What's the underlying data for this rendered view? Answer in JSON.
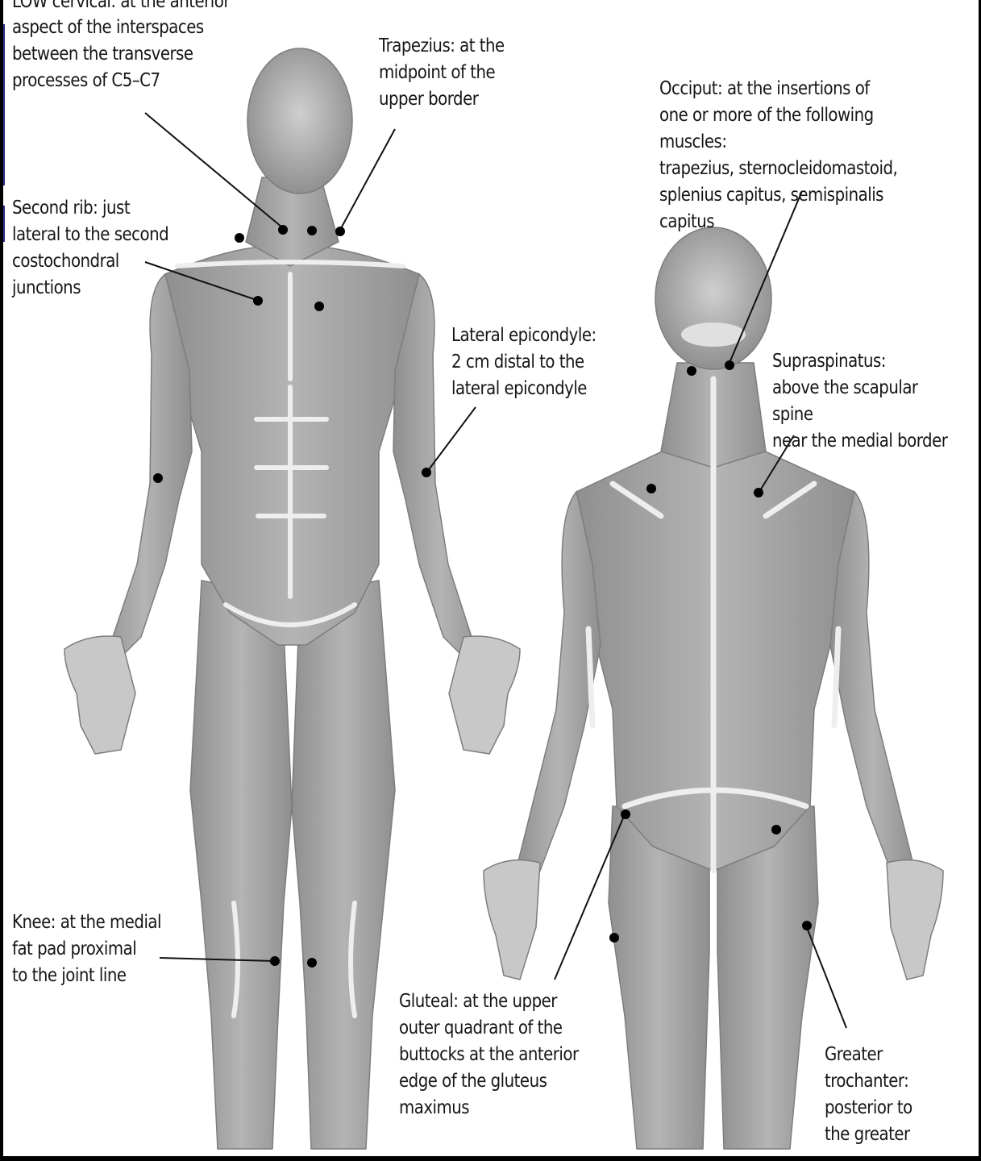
{
  "figure": {
    "top_partial_text": "LOW cervical: at the anterior",
    "labels": {
      "low_cervical": "aspect of the interspaces\nbetween the transverse\nprocesses of C5–C7",
      "trapezius": "Trapezius:  at the\nmidpoint of the\nupper border",
      "occiput": "Occiput:  at the insertions of\none or more of the following muscles:\ntrapezius, sternocleidomastoid,\nsplenius capitus, semispinalis capitus",
      "second_rib": "Second rib:  just\nlateral to the second\ncostochondral\njunctions",
      "lateral_epicondyle": "Lateral epicondyle:\n2 cm distal to the\nlateral epicondyle",
      "supraspinatus": "Supraspinatus:\nabove the scapular spine\nnear the medial border",
      "knee": "Knee:  at the medial\nfat pad proximal\nto the joint line",
      "gluteal": "Gluteal:  at the upper\nouter quadrant of the\nbuttocks at the anterior\nedge of the gluteus\nmaximus",
      "greater_trochanter": "Greater\ntrochanter:\nposterior to\nthe greater"
    },
    "figures": {
      "front": "anterior-body-muscle-figure",
      "back": "posterior-body-muscle-figure"
    },
    "colors": {
      "muscle": "#a9a9a9",
      "muscle_dark": "#8c8c8c",
      "tendon": "#e8e8e8",
      "point": "#000000",
      "text": "#161616",
      "accent_tab": "#2a2f8a"
    }
  }
}
